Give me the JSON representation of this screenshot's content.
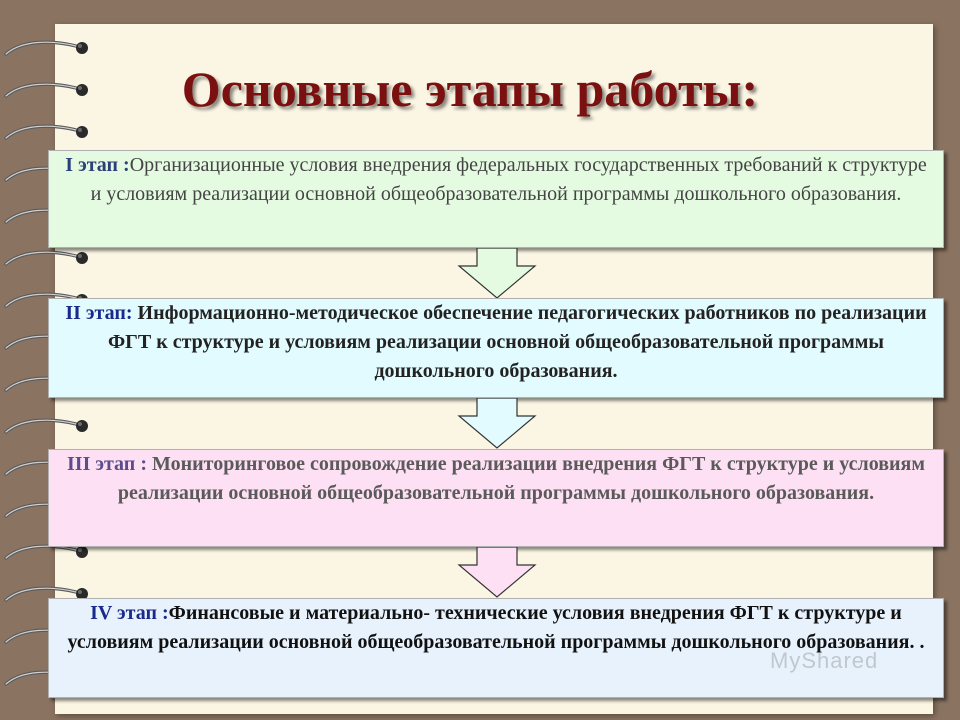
{
  "title": "Основные этапы работы:",
  "stages": [
    {
      "label": "I этап :",
      "text": "Организационные условия внедрения федеральных государственных требований к структуре и условиям реализации основной  общеобразовательной программы дошкольного образования."
    },
    {
      "label": "II этап:",
      "text": " Информационно-методическое обеспечение педагогических работников по реализации ФГТ к структуре и условиям реализации основной  общеобразовательной программы дошкольного образования."
    },
    {
      "label": "III этап :",
      "text": " Мониторинговое сопровождение реализации внедрения ФГТ к структуре и условиям реализации основной  общеобразовательной программы дошкольного образования."
    },
    {
      "label": "IV этап :",
      "text": "Финансовые и материально- технические условия внедрения ФГТ к структуре и условиям реализации основной общеобразовательной программы дошкольного образования. ."
    }
  ],
  "colors": {
    "background": "#8b7361",
    "paper": "#fbf6e4",
    "title": "#7a1010",
    "stage1": "#e4fbe1",
    "stage2": "#e2fbff",
    "stage3": "#fde0f4",
    "stage4": "#e8f2fd"
  },
  "icons": [
    "spiral-binding-ring-icon",
    "down-arrow-icon"
  ],
  "watermark": "MyShared"
}
